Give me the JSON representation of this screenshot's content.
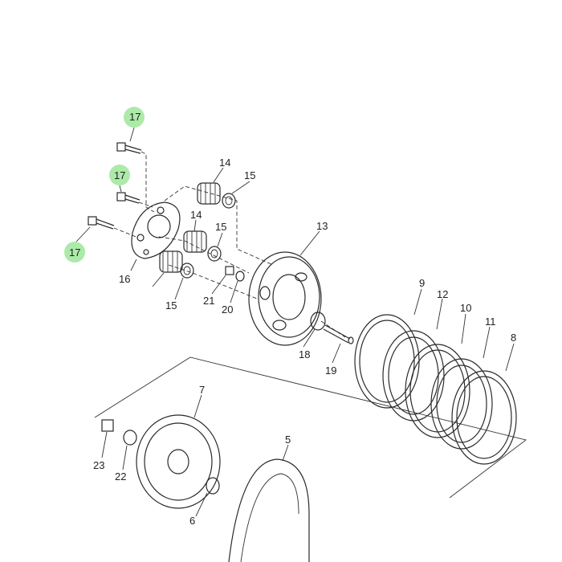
{
  "callouts": {
    "c17a": "17",
    "c17b": "17",
    "c17c": "17",
    "c14a": "14",
    "c14b": "14",
    "c15a": "15",
    "c15b": "15",
    "c15c": "15",
    "c16": "16",
    "c21": "21",
    "c20": "20",
    "c13": "13",
    "c18": "18",
    "c19": "19",
    "c9": "9",
    "c12": "12",
    "c10": "10",
    "c11": "11",
    "c8": "8",
    "c7": "7",
    "c5": "5",
    "c6": "6",
    "c23": "23",
    "c22": "22"
  },
  "colors": {
    "highlight": "#9de69a",
    "line": "#2a2a2a"
  }
}
